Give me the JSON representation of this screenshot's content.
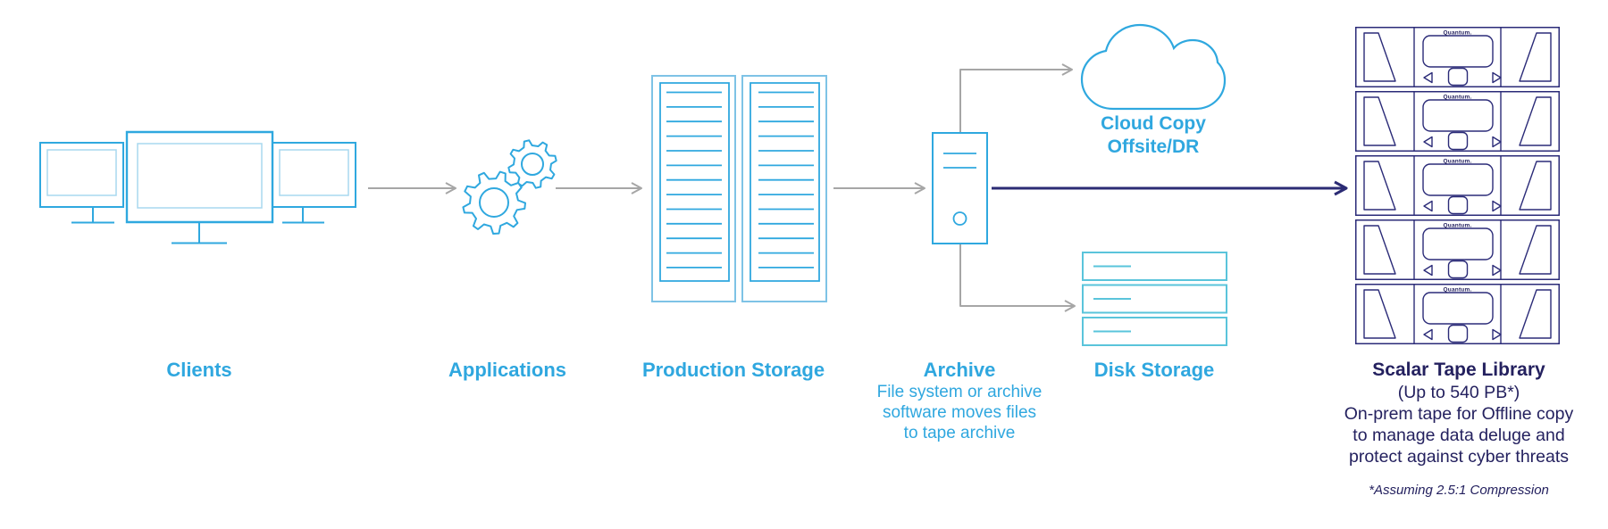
{
  "nodes": {
    "clients": {
      "label": "Clients"
    },
    "applications": {
      "label": "Applications"
    },
    "production_storage": {
      "label": "Production Storage"
    },
    "archive": {
      "label": "Archive",
      "description_lines": [
        "File system or archive",
        "software moves files",
        "to tape archive"
      ]
    },
    "cloud_copy": {
      "label_lines": [
        "Cloud Copy",
        "Offsite/DR"
      ]
    },
    "disk_storage": {
      "label": "Disk Storage"
    },
    "tape_library": {
      "label": "Scalar Tape Library",
      "capacity": "(Up to 540 PB*)",
      "description_lines": [
        "On-prem tape for Offline copy",
        "to manage data deluge and",
        "protect against cyber threats"
      ],
      "footnote": "*Assuming 2.5:1 Compression",
      "brand": "Quantum.",
      "module_count": 5
    }
  },
  "colors": {
    "icon_blue": "#2FA8DF",
    "icon_blue_light": "#A8D8EF",
    "icon_blue_soft": "#7EC3E6",
    "teal": "#5AC4DB",
    "label_blue": "#2FA7DF",
    "navy": "#2B2B78",
    "text_navy": "#24215F",
    "arrow_gray": "#A6A6A6",
    "navy_arrow": "#2B2B74"
  }
}
